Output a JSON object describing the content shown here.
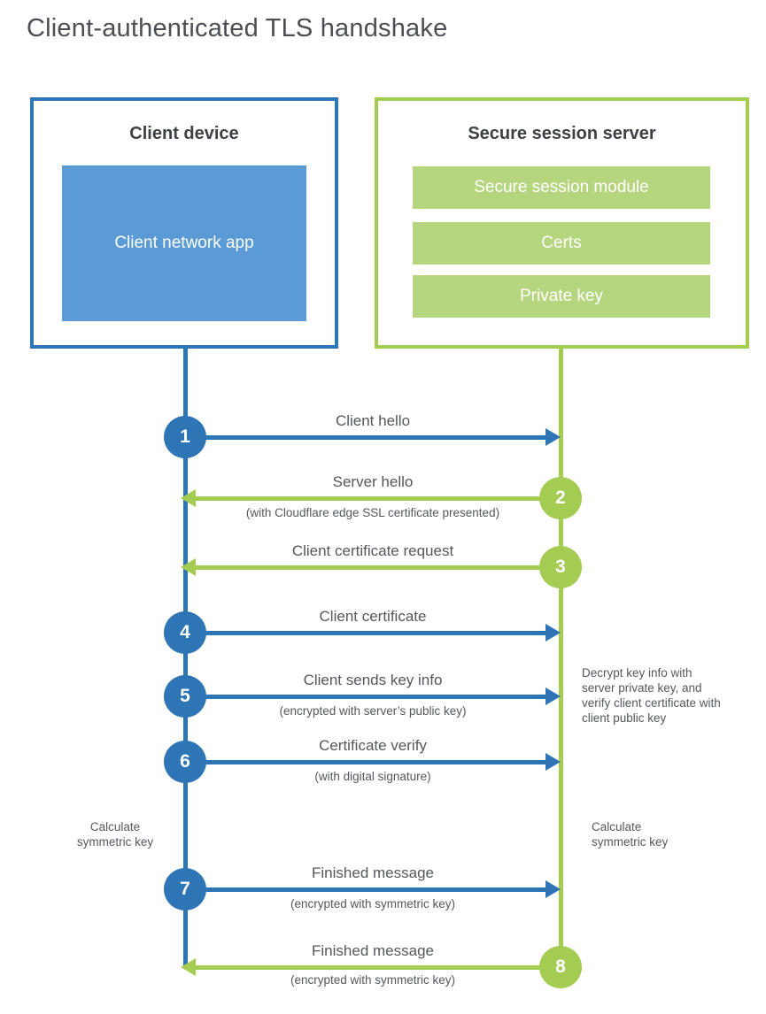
{
  "title": "Client-authenticated TLS handshake",
  "colors": {
    "blue": "#2e75b6",
    "blue_light": "#5b9bd5",
    "green": "#a4cb52",
    "green_light": "#b5d67e",
    "text_gray": "#55575c"
  },
  "client_box": {
    "title": "Client device",
    "app_label": "Client network app"
  },
  "server_box": {
    "title": "Secure session server",
    "modules": [
      "Secure session module",
      "Certs",
      "Private key"
    ]
  },
  "steps": [
    {
      "number": "1",
      "label": "Client hello",
      "direction": "client-to-server"
    },
    {
      "number": "2",
      "label": "Server hello",
      "sublabel": "(with Cloudflare edge SSL certificate presented)",
      "direction": "server-to-client"
    },
    {
      "number": "3",
      "label": "Client certificate request",
      "direction": "server-to-client"
    },
    {
      "number": "4",
      "label": "Client certificate",
      "direction": "client-to-server"
    },
    {
      "number": "5",
      "label": "Client sends key info",
      "sublabel": "(encrypted with server’s public key)",
      "direction": "client-to-server"
    },
    {
      "number": "6",
      "label": "Certificate verify",
      "sublabel": "(with digital signature)",
      "direction": "client-to-server"
    },
    {
      "number": "7",
      "label": "Finished message",
      "sublabel": "(encrypted with symmetric key)",
      "direction": "client-to-server"
    },
    {
      "number": "8",
      "label": "Finished message",
      "sublabel": "(encrypted with symmetric key)",
      "direction": "server-to-client"
    }
  ],
  "annotations": {
    "decrypt_note": "Decrypt key info with server private key, and verify client certificate with client public key",
    "calc_left": "Calculate symmetric key",
    "calc_right": "Calculate symmetric key"
  }
}
